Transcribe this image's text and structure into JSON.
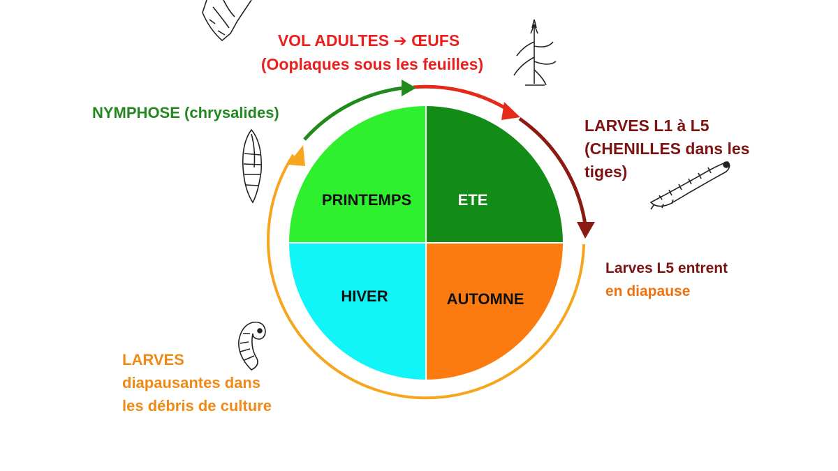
{
  "colors": {
    "spring": "#2ef02e",
    "summer": "#138c17",
    "autumn": "#fb7b10",
    "winter": "#11f5f8",
    "green_label": "#22881f",
    "red_label": "#e8201f",
    "dark_red_label": "#7d1414",
    "orange_label": "#f08a16",
    "ring_orange": "#f6a61e",
    "ring_green": "#218a1c",
    "ring_red": "#e52a1a",
    "ring_darkred": "#8b1a12"
  },
  "seasons": {
    "spring": "PRINTEMPS",
    "summer": "ETE",
    "winter": "HIVER",
    "autumn": "AUTOMNE"
  },
  "stages": {
    "adults_line1": "VOL ADULTES ➔ ŒUFS",
    "adults_line2": "(Ooplaques sous les feuilles)",
    "nymphose_main": "NYMPHOSE",
    "nymphose_detail": " (chrysalides)",
    "larvae_line1": "LARVES L1 à L5",
    "larvae_line2": "(CHENILLES dans les",
    "larvae_line3": "tiges)",
    "diapause_line1": "Larves L5 entrent",
    "diapause_line2": "en diapause",
    "overwinter_line1": "LARVES",
    "overwinter_line2": "diapausantes dans",
    "overwinter_line3": "les débris de culture"
  },
  "icons": {
    "moth": "moth-icon",
    "plant": "corn-plant-icon",
    "pupa": "chrysalis-icon",
    "caterpillar": "caterpillar-icon",
    "larva_curled": "curled-larva-icon"
  }
}
